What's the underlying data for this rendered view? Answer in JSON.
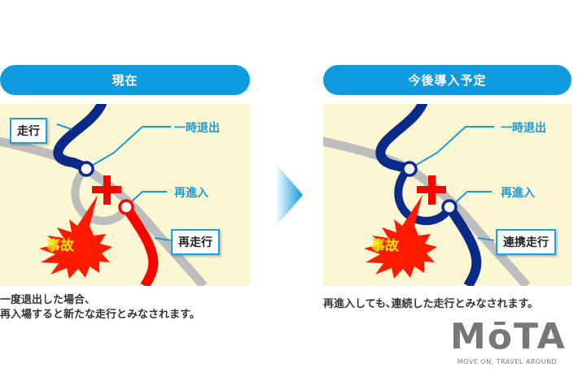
{
  "left_panel": {
    "title": "現在",
    "labels": {
      "drive": "走行",
      "temp_exit": "一時退出",
      "reentry": "再進入",
      "accident": "事故",
      "re_drive": "再走行"
    },
    "caption_line1": "一度退出した場合、",
    "caption_line2": "再入場すると新たな走行とみなされます。"
  },
  "right_panel": {
    "title": "今後導入予定",
    "labels": {
      "temp_exit": "一時退出",
      "reentry": "再進入",
      "accident": "事故",
      "linked_drive": "連携走行"
    },
    "caption": "再進入しても､連続した走行とみなされます。"
  },
  "arrow": {
    "icon": "right-arrow-gradient-icon"
  },
  "logo": {
    "mark": "MōTA",
    "tagline": "MOVE ON, TRAVEL AROUND"
  },
  "colors": {
    "pill_blue": "#0f9ae0",
    "map_bg": "#fcf6d2",
    "route_navy": "#0a2a8a",
    "route_red": "#ff0000",
    "road_gray": "#bdbdbd",
    "label_blue": "#1a9ad8",
    "accident_text": "#ffe600"
  }
}
